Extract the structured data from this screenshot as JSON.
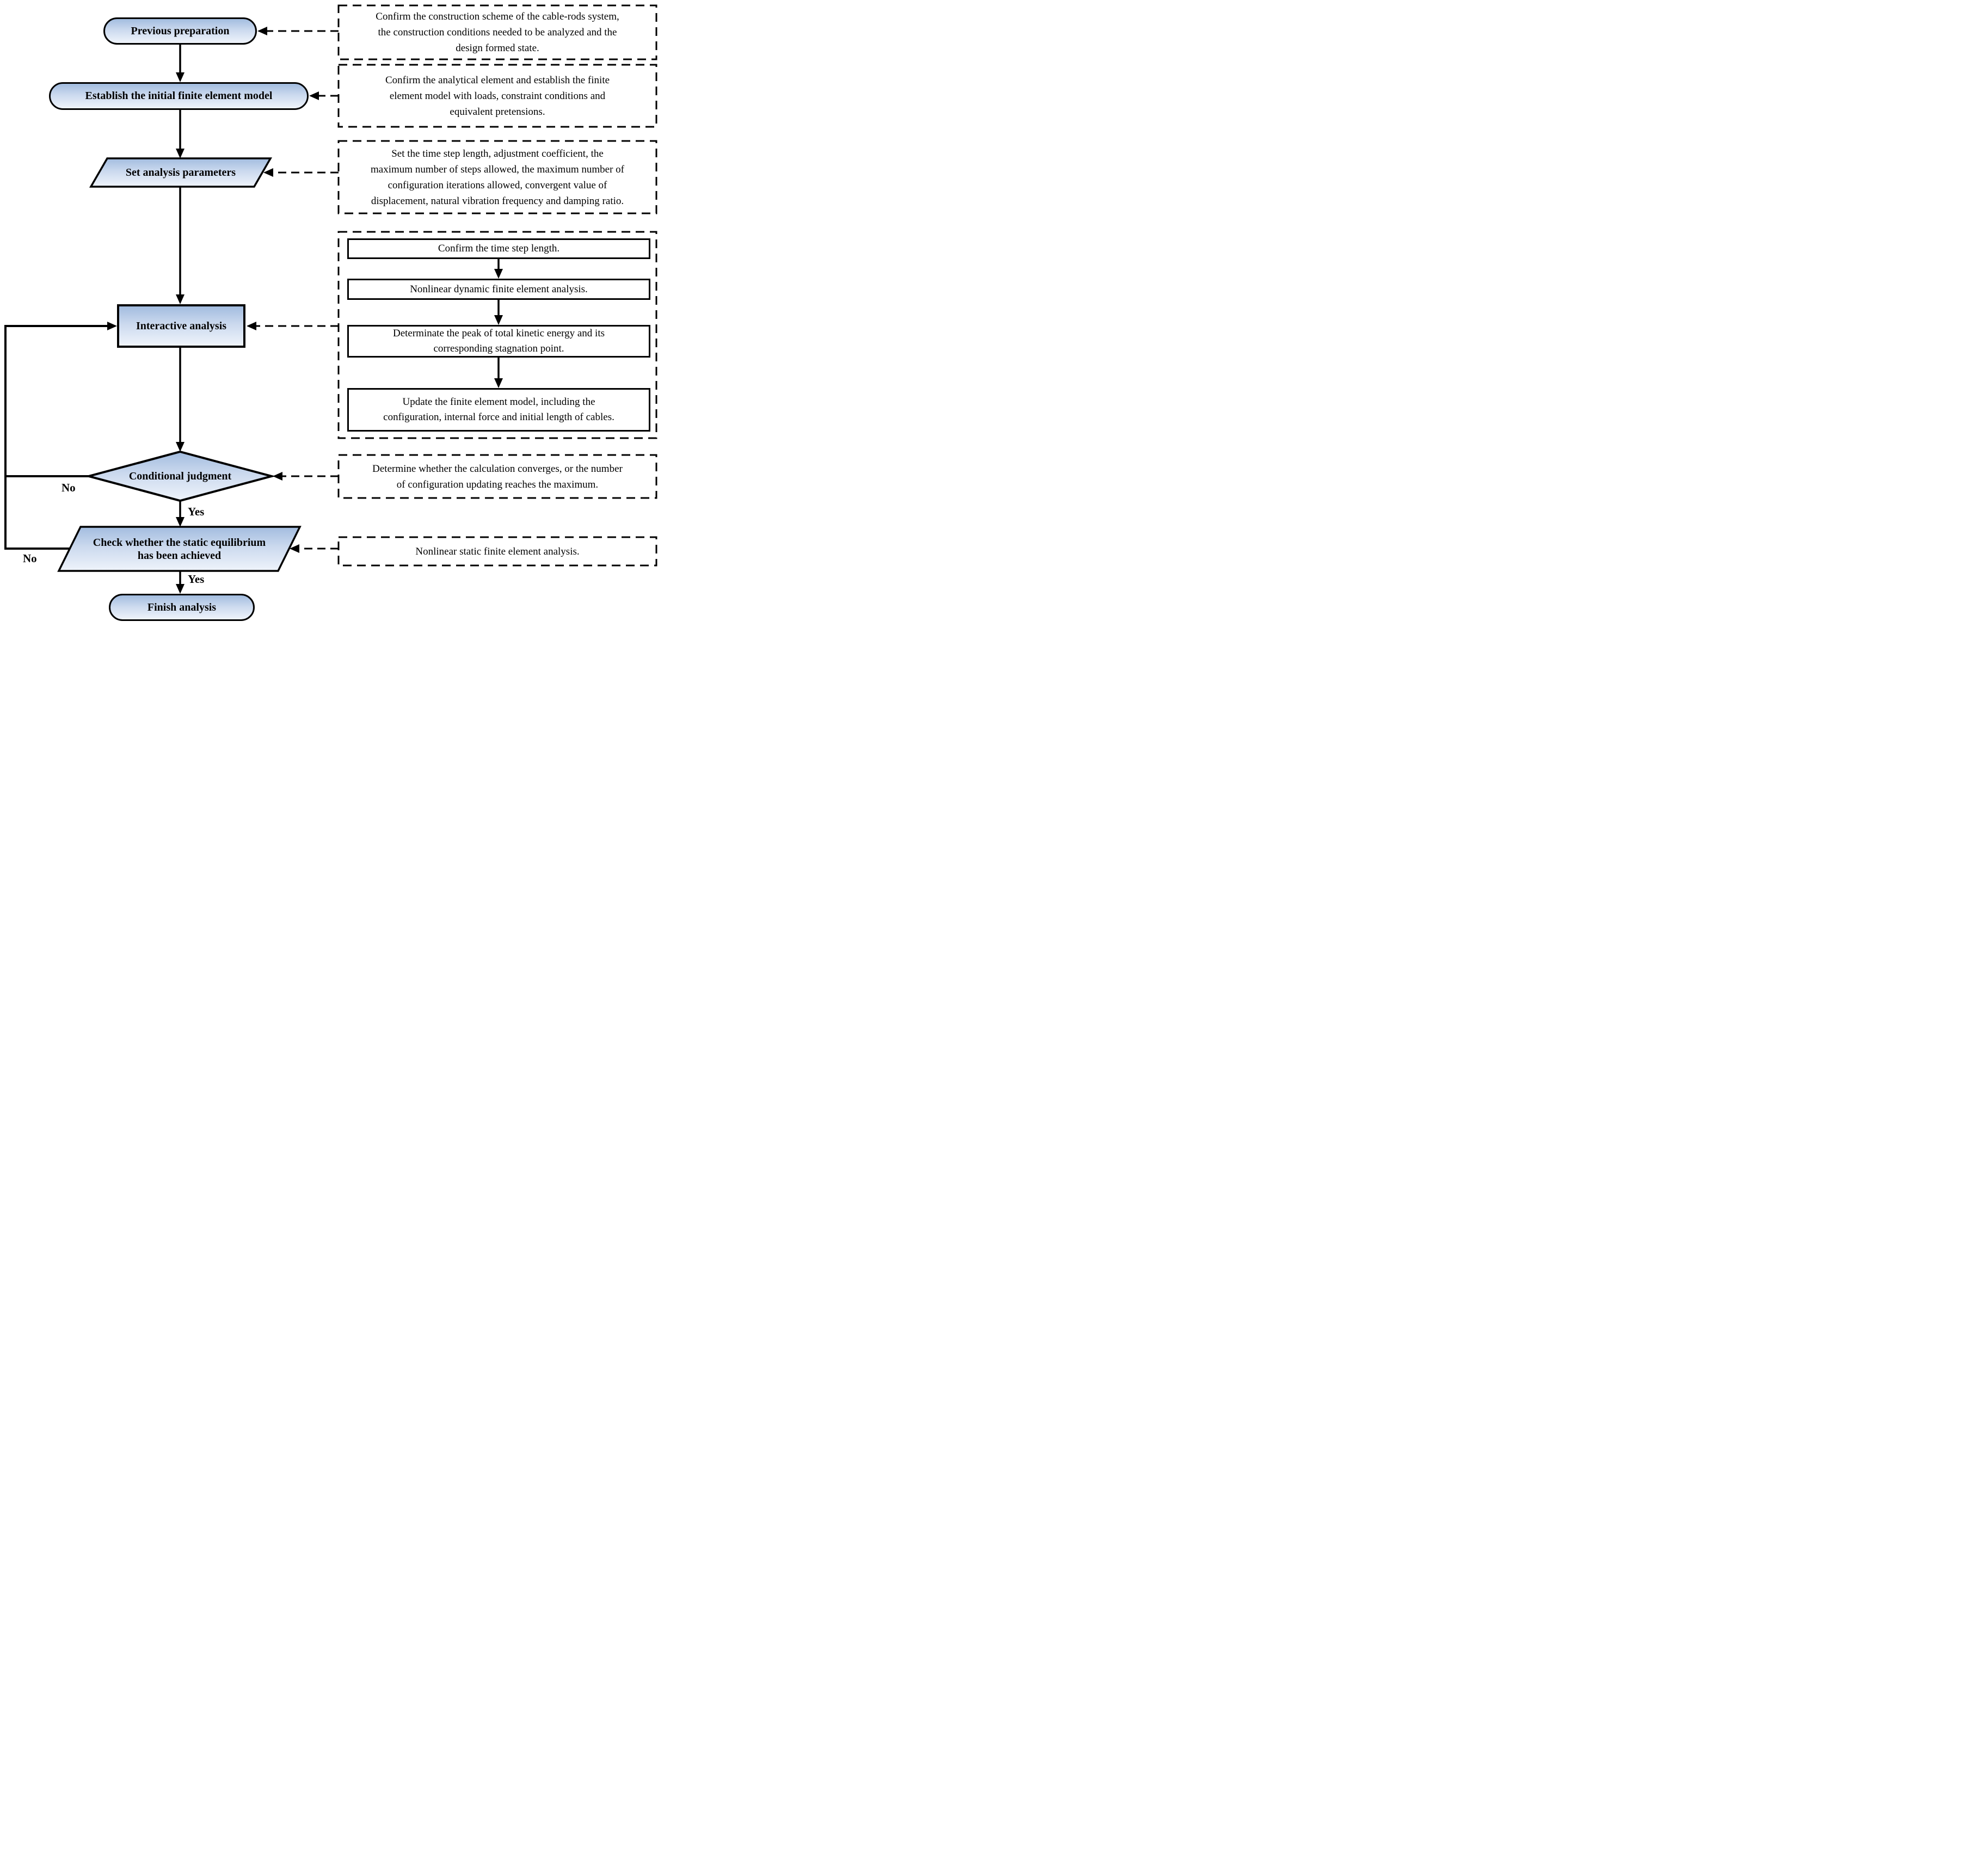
{
  "flowchart": {
    "nodes": {
      "previous_preparation": "Previous preparation",
      "establish_model": "Establish the initial finite element model",
      "set_parameters": "Set analysis parameters",
      "interactive_analysis": "Interactive analysis",
      "conditional_judgment": "Conditional judgment",
      "check_equilibrium": "Check whether the static equilibrium\nhas been achieved",
      "finish_analysis": "Finish analysis"
    },
    "edge_labels": {
      "yes_1": "Yes",
      "yes_2": "Yes",
      "no_1": "No",
      "no_2": "No"
    }
  },
  "annotations": {
    "previous_preparation_note": "Confirm the construction scheme of the cable-rods system,\nthe construction conditions needed to be analyzed and the\ndesign formed state.",
    "establish_model_note": "Confirm the analytical element and establish the finite\nelement model with loads, constraint conditions and\nequivalent pretensions.",
    "set_parameters_note": "Set the time step length, adjustment coefficient, the\nmaximum number of steps allowed, the maximum number of\nconfiguration iterations allowed, convergent value of\ndisplacement, natural vibration frequency and damping ratio.",
    "interactive_steps": [
      "Confirm the time step length.",
      "Nonlinear dynamic finite element analysis.",
      "Determinate the peak of total kinetic energy and its\ncorresponding stagnation point.",
      "Update the finite element model, including the\nconfiguration, internal force and initial length of cables."
    ],
    "conditional_note": "Determine whether the calculation converges, or the number\nof configuration updating reaches the maximum.",
    "check_note": "Nonlinear static finite element analysis."
  },
  "colors": {
    "shape_gradient_top": "#a2bcdf",
    "shape_gradient_mid": "#cbd9ee",
    "shape_gradient_bottom": "#eff4fb",
    "line_color": "#000000",
    "background": "#ffffff"
  }
}
